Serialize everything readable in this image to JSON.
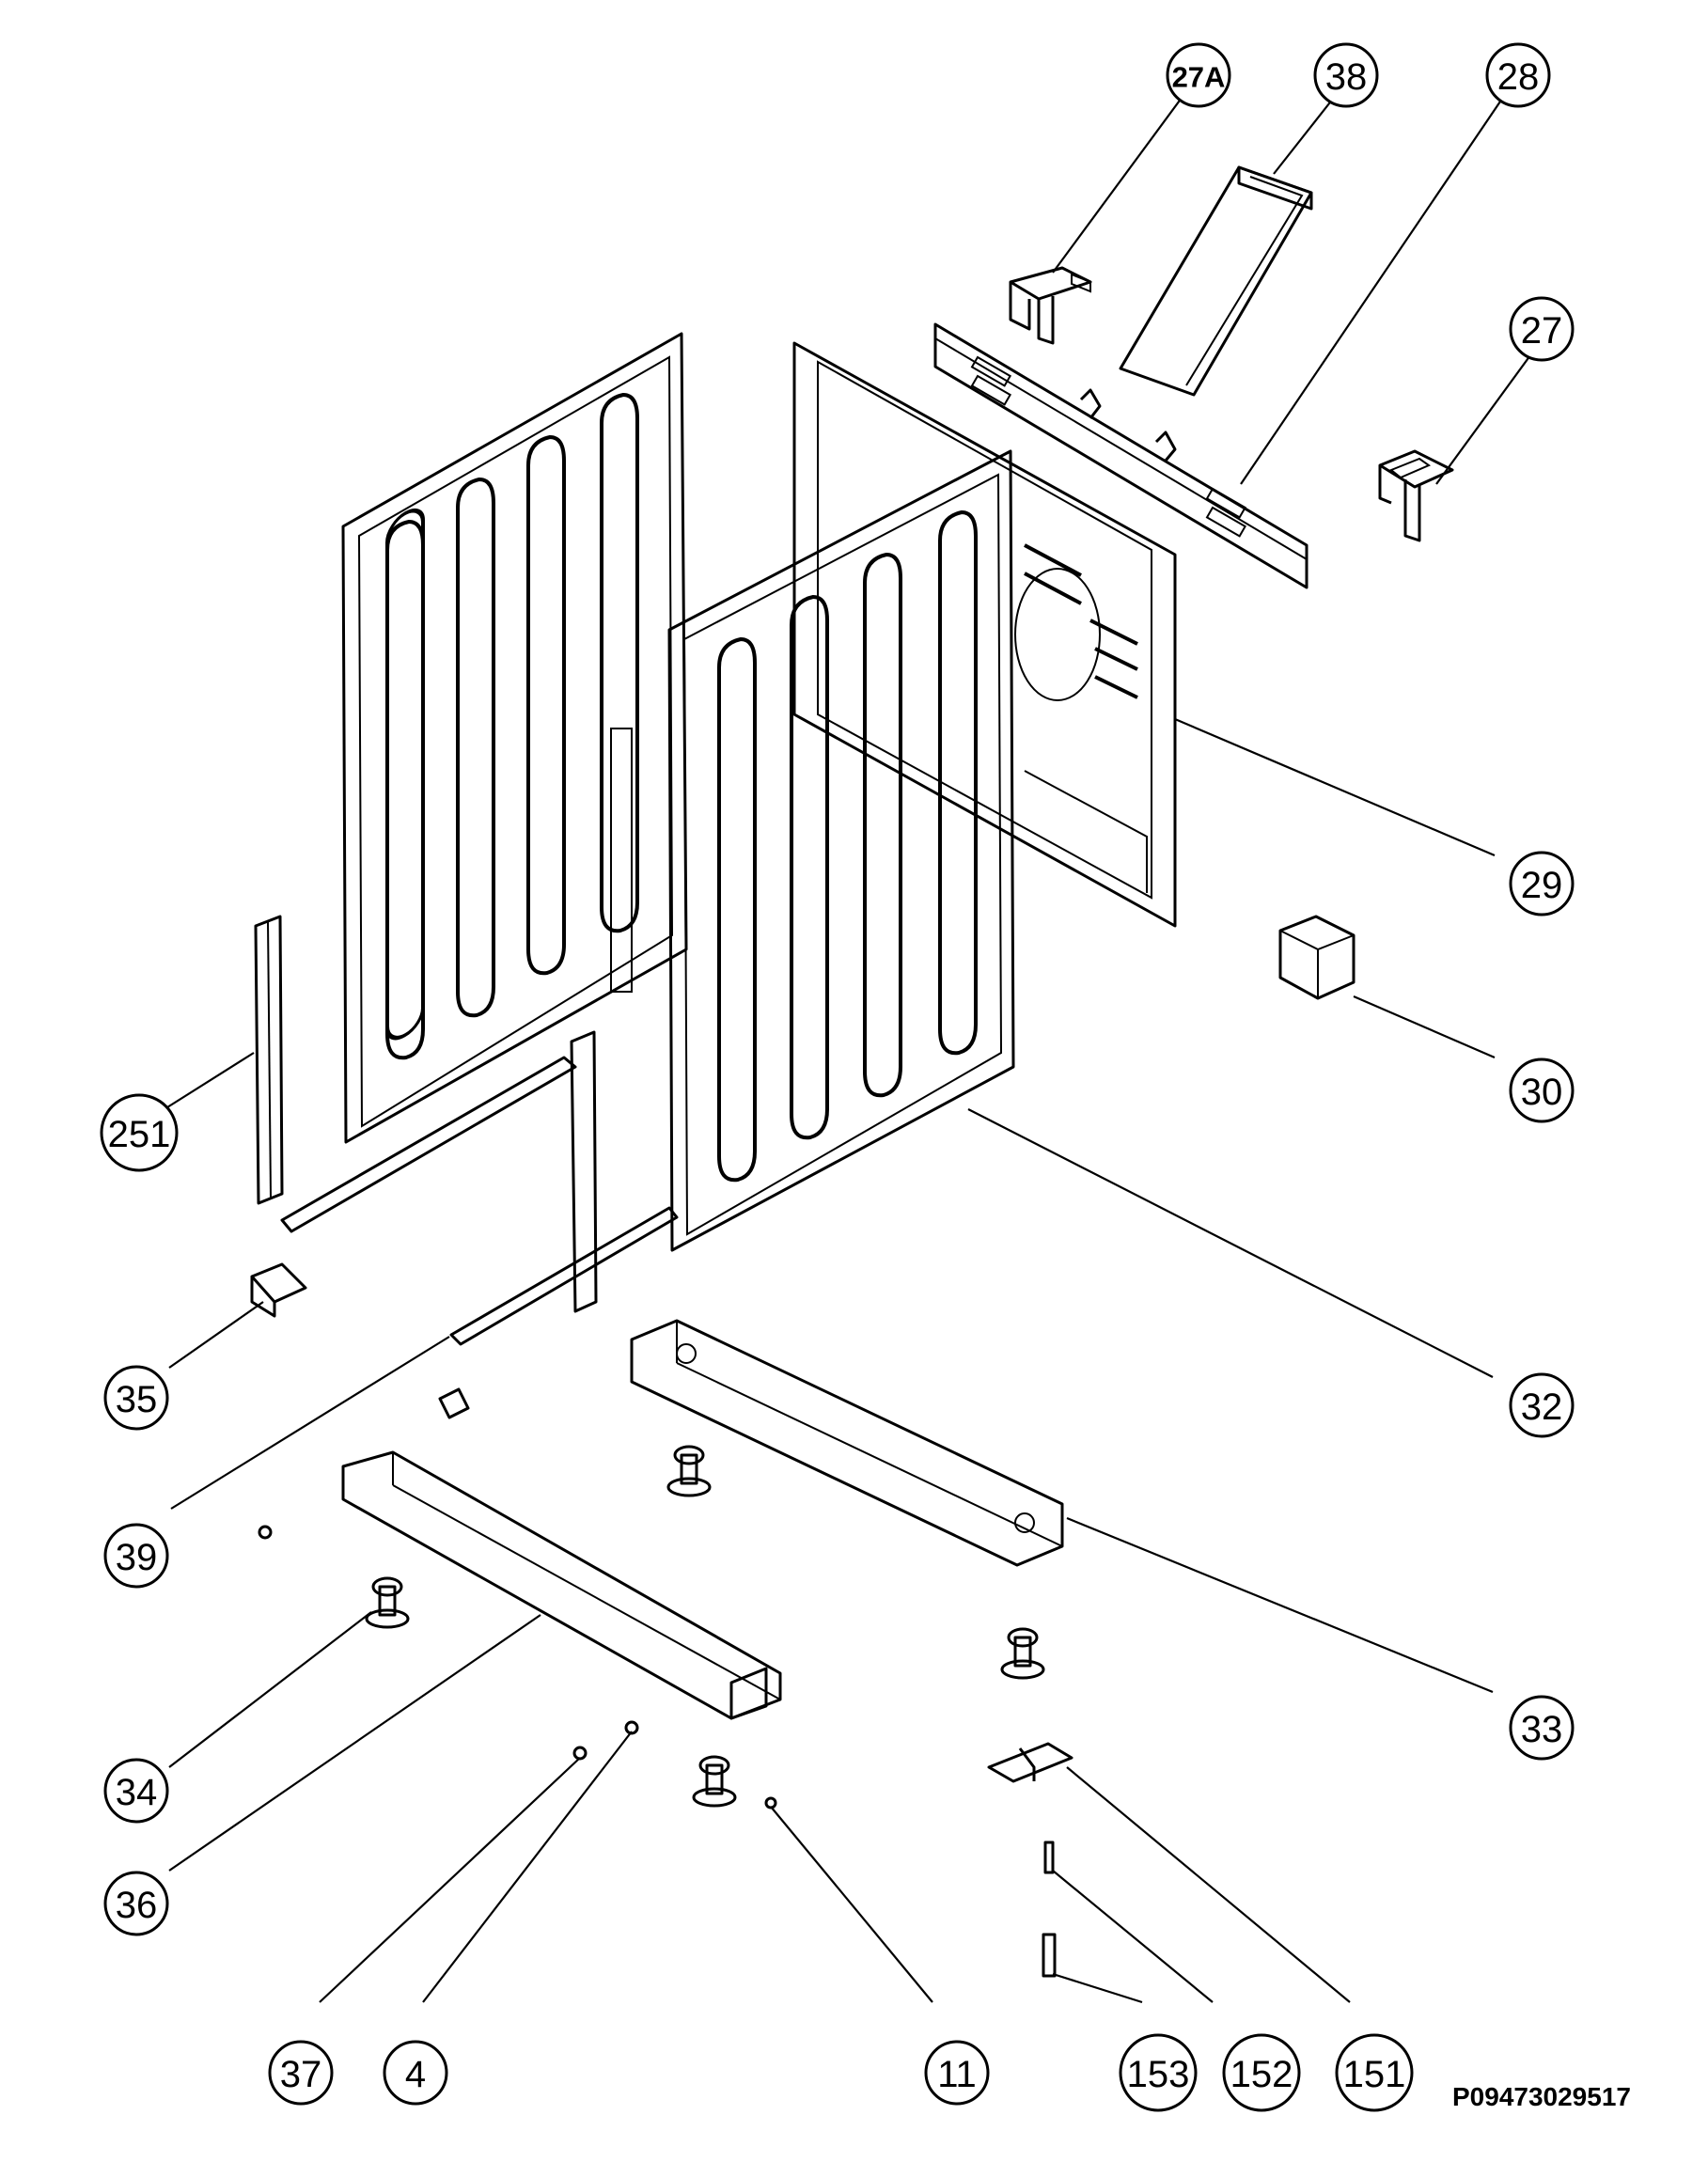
{
  "drawing_code": "P09473029517",
  "callouts": [
    {
      "id": "27a",
      "label": "27A"
    },
    {
      "id": "38",
      "label": "38"
    },
    {
      "id": "28",
      "label": "28"
    },
    {
      "id": "27",
      "label": "27"
    },
    {
      "id": "29",
      "label": "29"
    },
    {
      "id": "30",
      "label": "30"
    },
    {
      "id": "251",
      "label": "251"
    },
    {
      "id": "32",
      "label": "32"
    },
    {
      "id": "35",
      "label": "35"
    },
    {
      "id": "39",
      "label": "39"
    },
    {
      "id": "33",
      "label": "33"
    },
    {
      "id": "34",
      "label": "34"
    },
    {
      "id": "36",
      "label": "36"
    },
    {
      "id": "37",
      "label": "37"
    },
    {
      "id": "4",
      "label": "4"
    },
    {
      "id": "11",
      "label": "11"
    },
    {
      "id": "153",
      "label": "153"
    },
    {
      "id": "152",
      "label": "152"
    },
    {
      "id": "151",
      "label": "151"
    }
  ]
}
